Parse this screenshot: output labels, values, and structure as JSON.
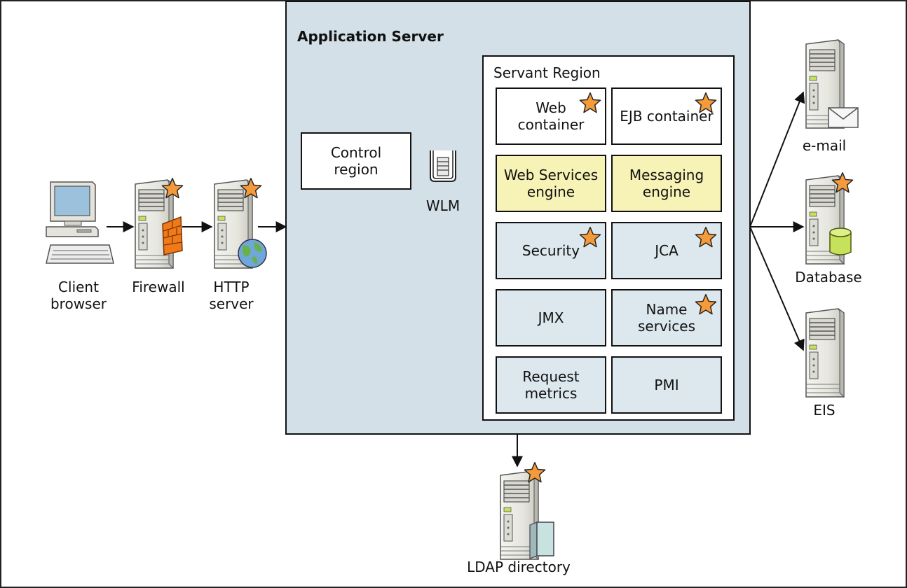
{
  "colors": {
    "app_server_fill": "#d3e0e8",
    "cell_white": "#ffffff",
    "cell_yellow": "#f7f2b5",
    "cell_blue": "#dde8ee",
    "star": "#f59a3b",
    "line": "#111111"
  },
  "icons": {
    "star": "star-icon",
    "server": "server-icon",
    "client": "desktop-computer-icon",
    "firewall": "firewall-icon",
    "globe": "globe-icon",
    "envelope": "envelope-icon",
    "database": "database-cylinder-icon",
    "directory": "book-icon",
    "wlm": "queue-icon"
  },
  "app_server": {
    "title": "Application Server",
    "control_region": "Control region",
    "wlm_label": "WLM"
  },
  "servant": {
    "title": "Servant Region",
    "cells": [
      {
        "label": "Web container",
        "style": "white",
        "star": true
      },
      {
        "label": "EJB container",
        "style": "white",
        "star": true
      },
      {
        "label": "Web Services engine",
        "style": "yellow",
        "star": false
      },
      {
        "label": "Messaging engine",
        "style": "yellow",
        "star": false
      },
      {
        "label": "Security",
        "style": "blue",
        "star": true
      },
      {
        "label": "JCA",
        "style": "blue",
        "star": true
      },
      {
        "label": "JMX",
        "style": "blue",
        "star": false
      },
      {
        "label": "Name services",
        "style": "blue",
        "star": true
      },
      {
        "label": "Request metrics",
        "style": "blue",
        "star": false
      },
      {
        "label": "PMI",
        "style": "blue",
        "star": false
      }
    ]
  },
  "left_nodes": {
    "client": "Client browser",
    "firewall": "Firewall",
    "http": "HTTP server"
  },
  "right_nodes": {
    "email": "e-mail",
    "database": "Database",
    "eis": "EIS"
  },
  "bottom_node": {
    "ldap": "LDAP directory"
  }
}
